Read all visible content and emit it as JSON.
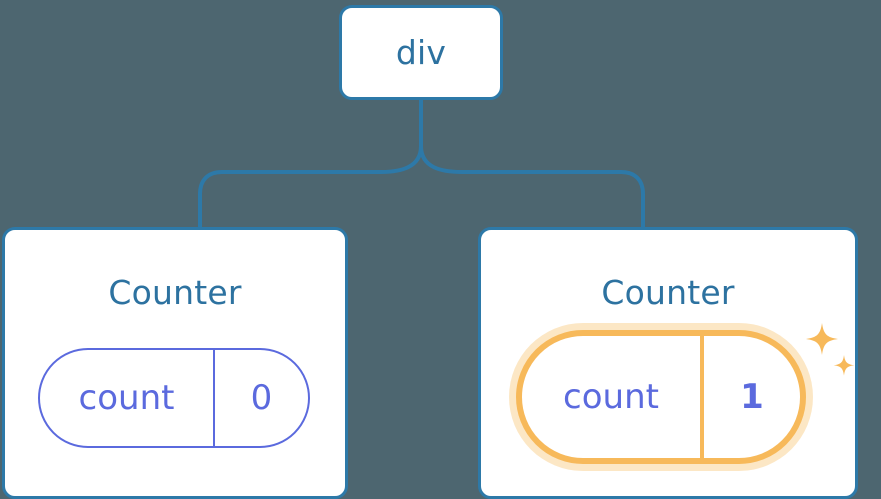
{
  "diagram": {
    "title": "React component tree with highlighted state update",
    "background_color": "#4d6670",
    "node_border_color": "#2d79a8",
    "node_text_color": "#2d72a0",
    "pill_color": "#5b6ade",
    "highlight_color": "#f7b95a",
    "highlight_glow_color": "#fbdcae"
  },
  "root": {
    "label": "div"
  },
  "connector": {
    "name": "tree-connector",
    "stroke_color": "#2d79a8"
  },
  "children": [
    {
      "title": "Counter",
      "state": {
        "key": "count",
        "value": "0"
      },
      "highlighted": "false"
    },
    {
      "title": "Counter",
      "state": {
        "key": "count",
        "value": "1"
      },
      "highlighted": "true"
    }
  ],
  "sparkles": {
    "name": "sparkle-icon",
    "count": "2",
    "color": "#f7b95a"
  }
}
